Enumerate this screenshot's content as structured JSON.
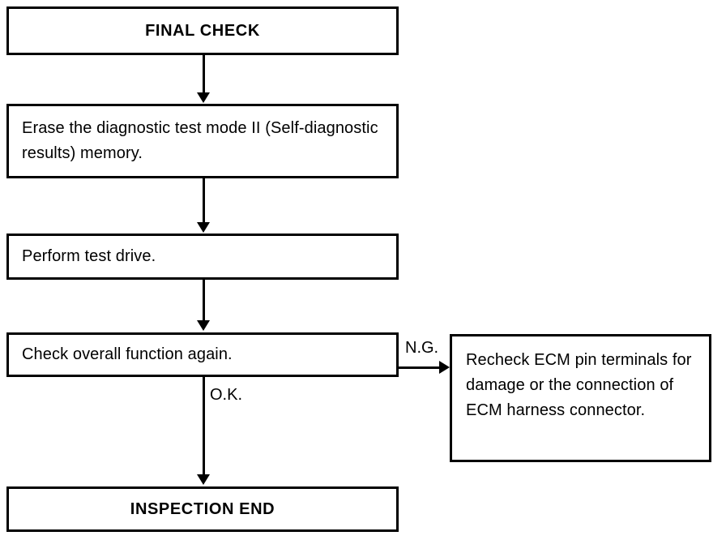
{
  "diagram": {
    "title": "FINAL CHECK",
    "type": "flowchart",
    "nodes": {
      "final_check": "FINAL CHECK",
      "erase_memory": "Erase the diagnostic test mode II (Self-diagnostic results) memory.",
      "test_drive": "Perform test drive.",
      "check_function": "Check overall function again.",
      "inspection_end": "INSPECTION END",
      "recheck_ecm": "Recheck ECM pin terminals for damage or the connection of ECM harness connector."
    },
    "edge_labels": {
      "ng": "N.G.",
      "ok": "O.K."
    },
    "colors": {
      "line": "#000000",
      "background": "#ffffff",
      "text": "#000000"
    }
  }
}
